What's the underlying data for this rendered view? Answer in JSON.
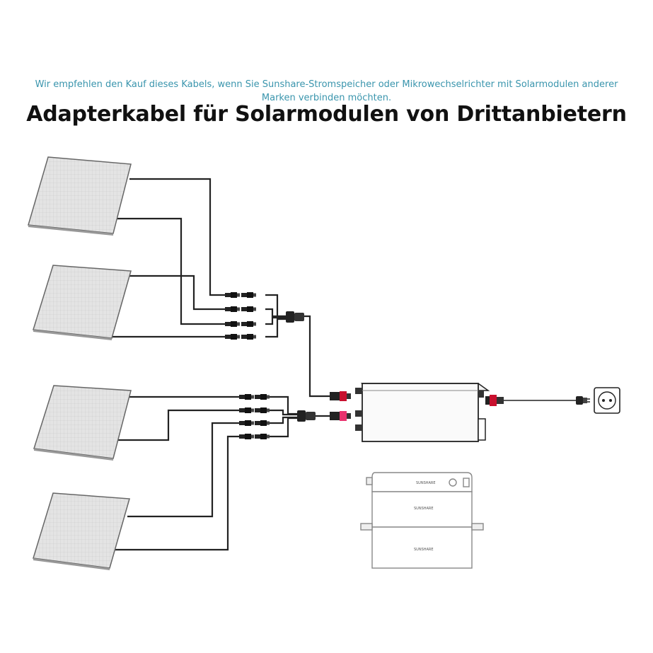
{
  "subtitle": "Wir empfehlen den Kauf dieses Kabels, wenn Sie Sunshare-Stromspeicher oder Mikrowechselrichter mit Solarmodulen anderer Marken verbinden möchten.",
  "title": "Adapterkabel für Solarmodulen von Drittanbietern",
  "battery": {
    "brand_top": "SUNSHARE",
    "brand_mid": "SUNSHARE",
    "brand_bottom": "SUNSHARE"
  },
  "colors": {
    "subtitle": "#3a95ad",
    "title": "#111111",
    "connector_red": "#c8102e",
    "connector_pink": "#e8336e"
  },
  "icons": [
    "solar-panel-icon",
    "mc4-connector-icon",
    "y-branch-connector-icon",
    "inverter-icon",
    "plug-icon",
    "wall-socket-icon",
    "battery-stack-icon"
  ]
}
